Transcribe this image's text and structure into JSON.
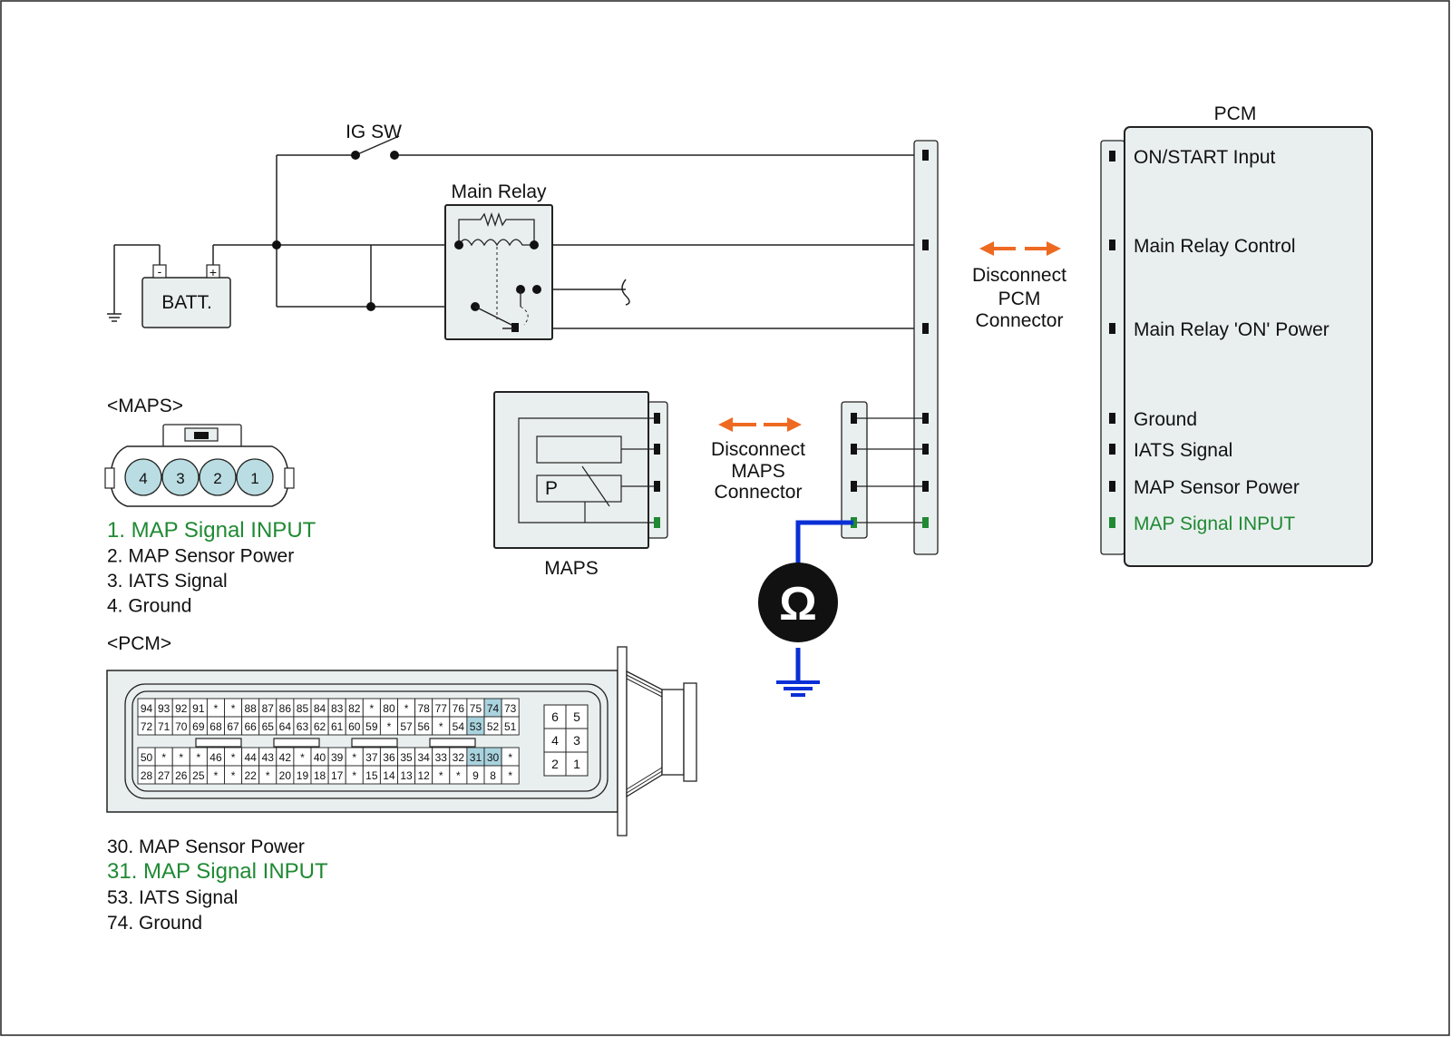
{
  "labels": {
    "ig_sw": "IG SW",
    "main_relay": "Main Relay",
    "batt": "BATT.",
    "batt_minus": "-",
    "batt_plus": "+",
    "pcm_title": "PCM",
    "maps_title": "MAPS",
    "disconnect_pcm": [
      "Disconnect",
      "PCM",
      "Connector"
    ],
    "disconnect_maps": [
      "Disconnect",
      "MAPS",
      "Connector"
    ],
    "maps_connector_heading": "<MAPS>",
    "pcm_connector_heading": "<PCM>",
    "sensor_p": "P",
    "ohm": "Ω"
  },
  "pcm_pins": [
    {
      "label": "ON/START Input",
      "highlight": false
    },
    {
      "label": "Main Relay Control",
      "highlight": false
    },
    {
      "label": "Main Relay 'ON' Power",
      "highlight": false
    },
    {
      "label": "Ground",
      "highlight": false
    },
    {
      "label": "IATS Signal",
      "highlight": false
    },
    {
      "label": "MAP Sensor Power",
      "highlight": false
    },
    {
      "label": "MAP Signal  INPUT",
      "highlight": true
    }
  ],
  "maps_pin_numbers": [
    "4",
    "3",
    "2",
    "1"
  ],
  "maps_legend": [
    {
      "text": "1. MAP Signal  INPUT",
      "highlight": true
    },
    {
      "text": "2. MAP Sensor Power",
      "highlight": false
    },
    {
      "text": "3. IATS Signal",
      "highlight": false
    },
    {
      "text": "4. Ground",
      "highlight": false
    }
  ],
  "pcm_legend": [
    {
      "text": "30. MAP Sensor Power",
      "highlight": false
    },
    {
      "text": "31. MAP Signal  INPUT",
      "highlight": true
    },
    {
      "text": "53. IATS Signal",
      "highlight": false
    },
    {
      "text": "74. Ground",
      "highlight": false
    }
  ],
  "pcm_connector_rows": [
    [
      "94",
      "93",
      "92",
      "91",
      "*",
      "*",
      "88",
      "87",
      "86",
      "85",
      "84",
      "83",
      "82",
      "*",
      "80",
      "*",
      "78",
      "77",
      "76",
      "75",
      "74",
      "73"
    ],
    [
      "72",
      "71",
      "70",
      "69",
      "68",
      "67",
      "66",
      "65",
      "64",
      "63",
      "62",
      "61",
      "60",
      "59",
      "*",
      "57",
      "56",
      "*",
      "54",
      "53",
      "52",
      "51"
    ],
    [
      "50",
      "*",
      "*",
      "*",
      "46",
      "*",
      "44",
      "43",
      "42",
      "*",
      "40",
      "39",
      "*",
      "37",
      "36",
      "35",
      "34",
      "33",
      "32",
      "31",
      "30",
      "*"
    ],
    [
      "28",
      "27",
      "26",
      "25",
      "*",
      "*",
      "22",
      "*",
      "20",
      "19",
      "18",
      "17",
      "*",
      "15",
      "14",
      "13",
      "12",
      "*",
      "*",
      "9",
      "8",
      "*"
    ]
  ],
  "pcm_connector_highlighted": [
    "74",
    "53",
    "31",
    "30"
  ],
  "pcm_connector_small_block": [
    [
      "6",
      "5"
    ],
    [
      "4",
      "3"
    ],
    [
      "2",
      "1"
    ]
  ],
  "colors": {
    "highlight_green": "#1f8a33",
    "meter_wire_blue": "#0a2fd6",
    "arrow_orange": "#ee6a22",
    "panel_fill": "#e9efee",
    "pin_fill_blue": "#b9dde2",
    "cell_highlight": "#a9d3de"
  }
}
